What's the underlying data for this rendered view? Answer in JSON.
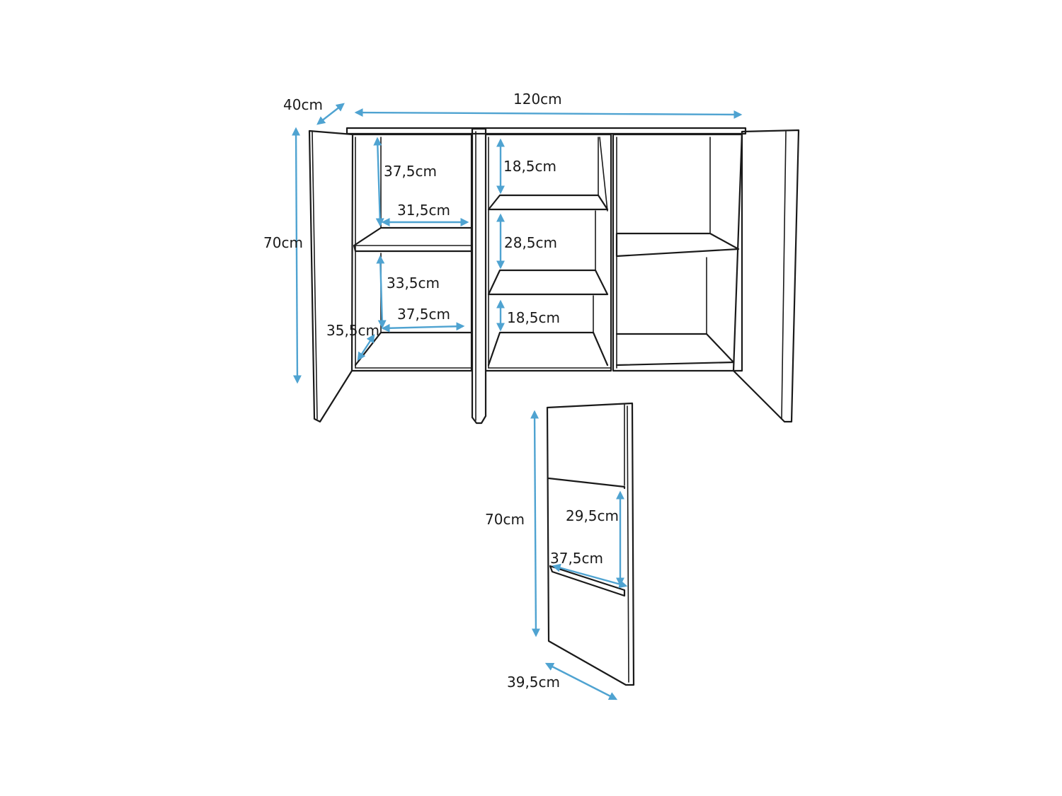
{
  "colors": {
    "dimension": "#4fa3d1",
    "outline": "#1a1a1a",
    "background": "#ffffff"
  },
  "dimensions": {
    "sideboard": {
      "depth": "40cm",
      "width": "120cm",
      "height": "70cm",
      "left_upper_height": "37,5cm",
      "left_upper_shelf_width": "31,5cm",
      "left_lower_height": "33,5cm",
      "left_lower_shelf_width": "37,5cm",
      "left_inner_depth": "35,5cm",
      "middle_top_height": "18,5cm",
      "middle_mid_height": "28,5cm",
      "middle_bottom_height": "18,5cm"
    },
    "side_panel": {
      "height": "70cm",
      "compartment_height": "29,5cm",
      "shelf_depth": "37,5cm",
      "depth": "39,5cm"
    }
  }
}
